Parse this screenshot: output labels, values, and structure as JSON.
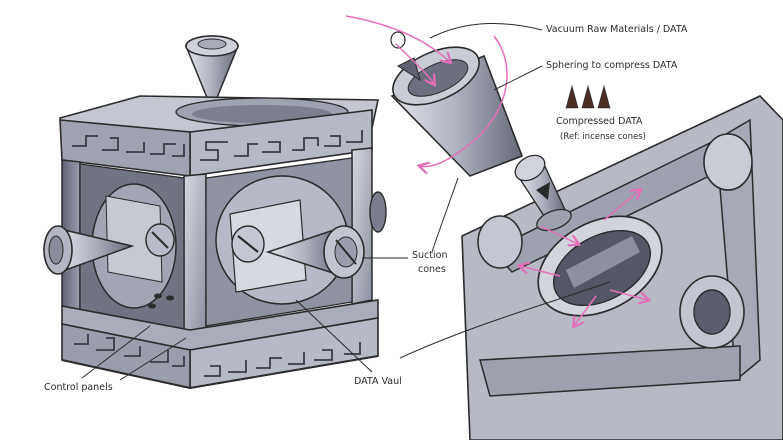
{
  "labels": {
    "raw_materials": "Vacuum Raw Materials / DATA",
    "sphering": "Sphering to compress DATA",
    "compressed_1": "Compressed DATA",
    "compressed_2": "(Ref: incense cones)",
    "suction_1": "Suction",
    "suction_2": "cones",
    "control_panels": "Control panels",
    "data_vault": "DATA Vaul"
  },
  "colors": {
    "ink": "#2b2b2b",
    "steel_light": "#c9ccd6",
    "steel_mid": "#9da1b0",
    "steel_dark": "#6c7080",
    "shadow": "#4a4d59",
    "flow_arrow": "#e46fb9",
    "incense_cone": "#4a2c24"
  }
}
